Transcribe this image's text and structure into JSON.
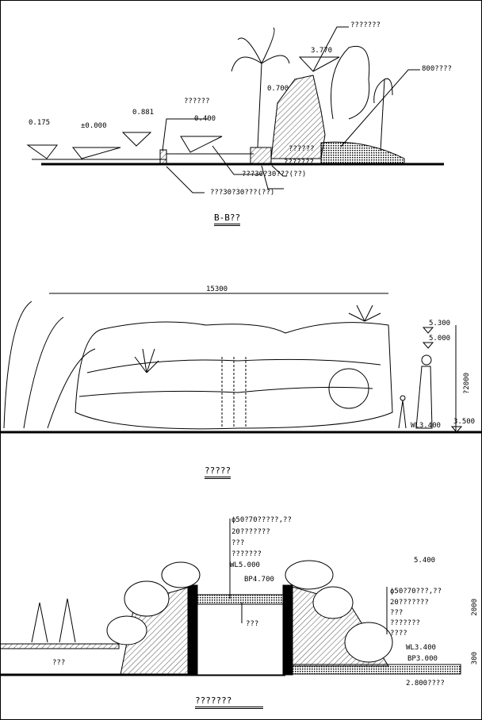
{
  "section_bb": {
    "title": "B-B??",
    "levels": [
      "0.175",
      "±0.000",
      "0.881",
      "0.400",
      "0.700",
      "3.770"
    ],
    "callouts": [
      "???????",
      "??????",
      "800????",
      "??????",
      "???????",
      "???30?30???(??)",
      "???30?30???(??)"
    ]
  },
  "elevation": {
    "title": "?????",
    "width_dim": "15300",
    "height_dim": "?2000",
    "levels": [
      "5.300",
      "5.000",
      "3.500",
      "WL3.400"
    ]
  },
  "section_detail": {
    "title": "???????",
    "left_callouts": [
      "ϕ50?70?????,??",
      "20???????",
      "???",
      "???????"
    ],
    "right_callouts": [
      "ϕ50?70???,??",
      "20???????",
      "???",
      "???????",
      "????"
    ],
    "inner_label": "???",
    "ground_label": "???",
    "levels": [
      "WL5.000",
      "BP4.700",
      "5.400",
      "WL3.400",
      "BP3.000",
      "2.800????"
    ],
    "dims": [
      "2000",
      "300"
    ]
  }
}
